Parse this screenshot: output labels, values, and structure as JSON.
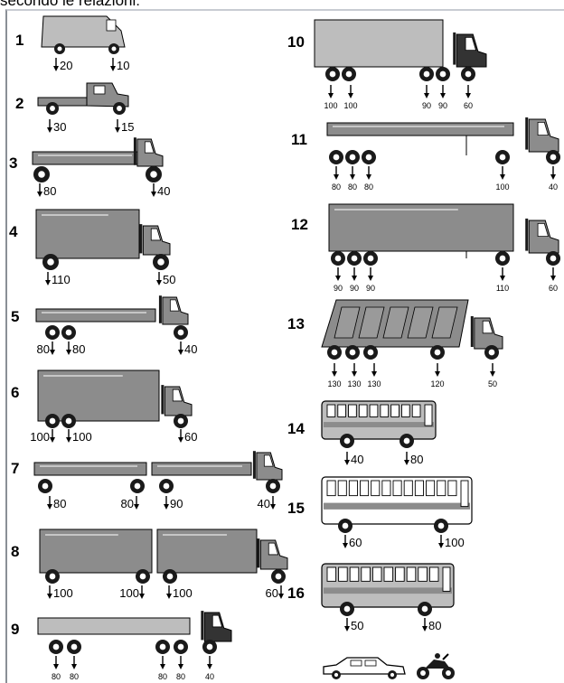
{
  "header": {
    "text": "secondo le relazioni:"
  },
  "vehicles": [
    {
      "number": "1",
      "loads": [
        "20",
        "10"
      ]
    },
    {
      "number": "2",
      "loads": [
        "30",
        "15"
      ]
    },
    {
      "number": "3",
      "loads": [
        "80",
        "40"
      ]
    },
    {
      "number": "4",
      "loads": [
        "110",
        "50"
      ]
    },
    {
      "number": "5",
      "loads": [
        "80",
        "80",
        "40"
      ]
    },
    {
      "number": "6",
      "loads": [
        "100",
        "100",
        "60"
      ]
    },
    {
      "number": "7",
      "loads": [
        "80",
        "80",
        "90",
        "40"
      ]
    },
    {
      "number": "8",
      "loads": [
        "100",
        "100",
        "100",
        "60"
      ]
    },
    {
      "number": "9",
      "loads": [
        "80",
        "80",
        "80",
        "80",
        "40"
      ]
    },
    {
      "number": "10",
      "loads": [
        "100",
        "100",
        "90",
        "90",
        "60"
      ]
    },
    {
      "number": "11",
      "loads": [
        "80",
        "80",
        "80",
        "100",
        "40"
      ]
    },
    {
      "number": "12",
      "loads": [
        "90",
        "90",
        "90",
        "110",
        "60"
      ]
    },
    {
      "number": "13",
      "loads": [
        "130",
        "130",
        "130",
        "120",
        "50"
      ]
    },
    {
      "number": "14",
      "loads": [
        "40",
        "80"
      ]
    },
    {
      "number": "15",
      "loads": [
        "60",
        "100"
      ]
    },
    {
      "number": "16",
      "loads": [
        "50",
        "80"
      ]
    }
  ],
  "colors": {
    "body": "#8c8c8c",
    "body_light": "#bdbdbd",
    "dark": "#1a1a1a",
    "cab_dark": "#333333",
    "frame": "#8a8f96"
  }
}
